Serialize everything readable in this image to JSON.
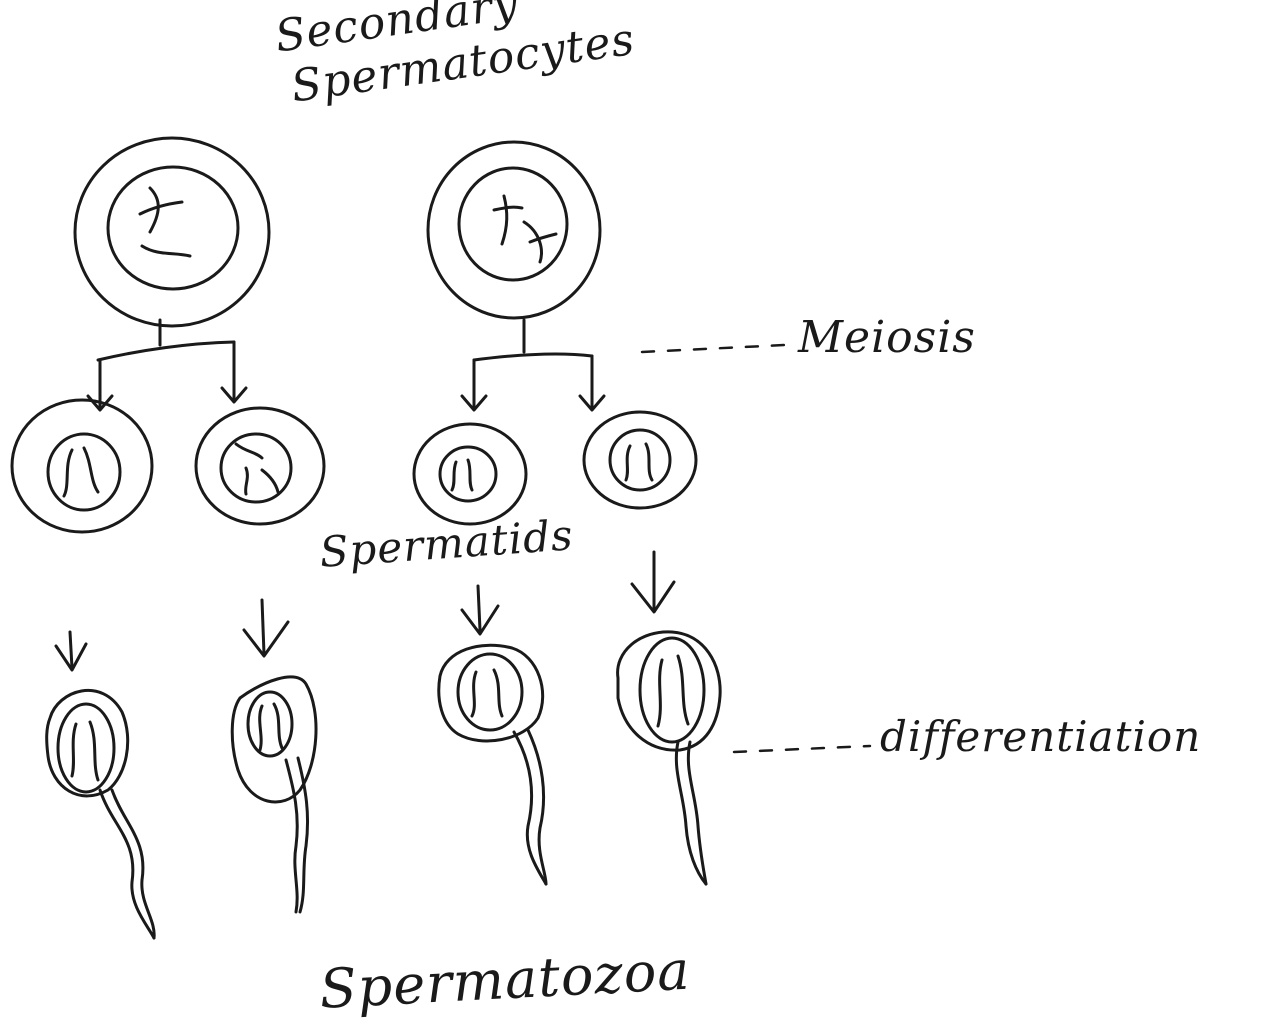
{
  "labels": {
    "title_line1": "Secondary",
    "title_line2": "Spermatocytes",
    "meiosis": "Meiosis",
    "spermatids": "Spermatids",
    "differentiation": "differentiation",
    "spermatozoa": "Spermatozoa"
  },
  "colors": {
    "ink": "#1a1a1a",
    "background": "#ffffff"
  }
}
